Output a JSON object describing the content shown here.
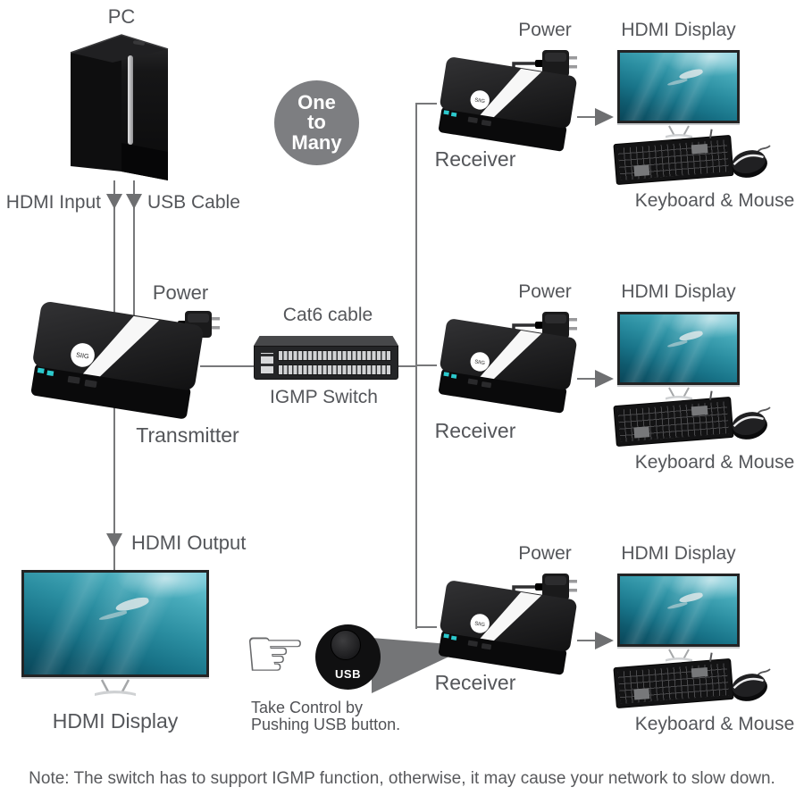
{
  "badge": {
    "line1": "One",
    "line2": "to",
    "line3": "Many"
  },
  "pc_label": "PC",
  "brand": "SIIG",
  "connections": {
    "hdmi_input": "HDMI Input",
    "usb_cable": "USB Cable",
    "hdmi_output": "HDMI Output",
    "cat6_cable": "Cat6 cable"
  },
  "transmitter": {
    "label": "Transmitter",
    "power_label": "Power"
  },
  "igmp_switch": {
    "label": "IGMP Switch"
  },
  "receivers": [
    {
      "label": "Receiver",
      "power_label": "Power",
      "display_label": "HDMI Display",
      "peripherals_label": "Keyboard & Mouse"
    },
    {
      "label": "Receiver",
      "power_label": "Power",
      "display_label": "HDMI Display",
      "peripherals_label": "Keyboard & Mouse"
    },
    {
      "label": "Receiver",
      "power_label": "Power",
      "display_label": "HDMI Display",
      "peripherals_label": "Keyboard & Mouse"
    }
  ],
  "local_display": {
    "label": "HDMI Display"
  },
  "usb_control": {
    "button_label": "USB",
    "caption_line1": "Take Control by",
    "caption_line2": "Pushing USB button."
  },
  "note": "Note: The switch has to support IGMP function, otherwise, it may cause your network to slow down.",
  "icons": {
    "pointing_hand": "☞"
  },
  "colors": {
    "text_gray": "#54565a",
    "line_gray": "#77787a",
    "badge_gray": "#7d7e81",
    "led_teal": "#2cc9cd",
    "screen_teal": "#2a8da0",
    "device_black": "#141415"
  }
}
